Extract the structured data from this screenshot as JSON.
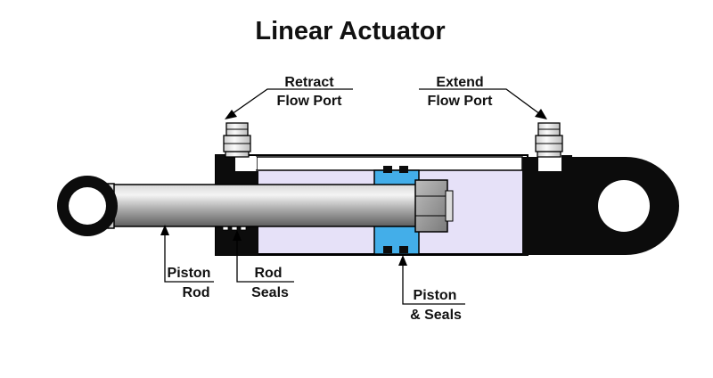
{
  "title": "Linear Actuator",
  "labels": {
    "retract_line1": "Retract",
    "retract_line2": "Flow Port",
    "extend_line1": "Extend",
    "extend_line2": "Flow Port",
    "piston_rod_line1": "Piston",
    "piston_rod_line2": "Rod",
    "rod_seals_line1": "Rod",
    "rod_seals_line2": "Seals",
    "piston_seals_line1": "Piston",
    "piston_seals_line2": "& Seals"
  },
  "colors": {
    "fluid": "#e6e1f8",
    "body": "#0c0c0c",
    "piston_seal": "#43aee9",
    "rod_light": "#f2f2f2",
    "rod_dark": "#6f6f6f",
    "fitting": "#e8e8e8"
  }
}
